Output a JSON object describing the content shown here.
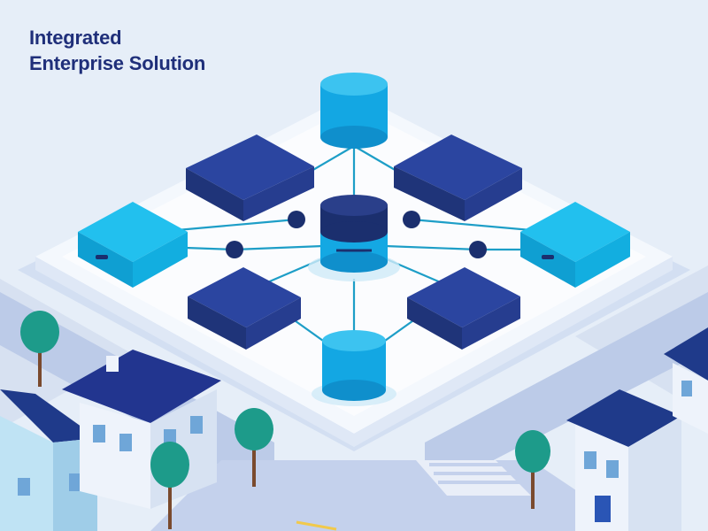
{
  "header": {
    "title_line1": "Integrated",
    "title_line2": "Enterprise Solution"
  },
  "palette": {
    "background": "#e6eef8",
    "ground": "#d7e1f1",
    "road": "#b9c8e6",
    "platform": "#f4f8fd",
    "navy_block": "#22357f",
    "blue_block": "#1f5fc4",
    "cyan_block": "#10b4e6",
    "database": "#13a7e3",
    "connector": "#1d9ec7",
    "node": "#1b2f6e",
    "tree": "#1d9b8a",
    "house_wall": "#eef3fb",
    "house_roof": "#1f3a8a"
  },
  "scene": {
    "platform": "isometric-platform",
    "blocks": [
      {
        "name": "block-top-left",
        "color": "navy"
      },
      {
        "name": "block-top-right",
        "color": "navy"
      },
      {
        "name": "block-bottom-left",
        "color": "navy"
      },
      {
        "name": "block-bottom-right",
        "color": "navy"
      },
      {
        "name": "block-left",
        "color": "cyan"
      },
      {
        "name": "block-right",
        "color": "cyan"
      }
    ],
    "databases": [
      "database-top",
      "database-center",
      "database-bottom"
    ],
    "houses": [
      "house-left",
      "house-middle",
      "house-right",
      "house-far-right"
    ],
    "trees": 4
  }
}
